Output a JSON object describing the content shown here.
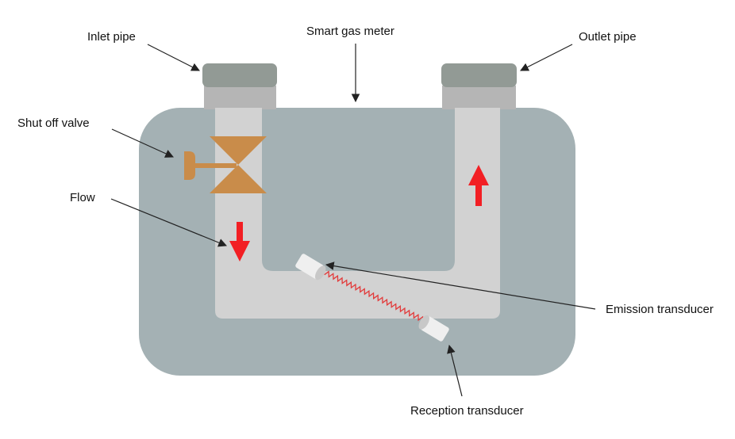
{
  "labels": {
    "inlet_pipe": "Inlet pipe",
    "smart_gas_meter": "Smart gas meter",
    "outlet_pipe": "Outlet pipe",
    "shut_off_valve": "Shut off valve",
    "flow": "Flow",
    "emission_transducer": "Emission transducer",
    "reception_transducer": "Reception transducer"
  },
  "colors": {
    "meter_body": "#a4b1b4",
    "pipe_channel": "#d2d2d2",
    "pipe_cap": "#929a95",
    "pipe_collar": "#b5b5b5",
    "valve": "#c98c4a",
    "flow_arrow": "#f21f24",
    "signal_wave": "#e23a3a",
    "transducer": "#efefef",
    "leader_line": "#222222"
  }
}
